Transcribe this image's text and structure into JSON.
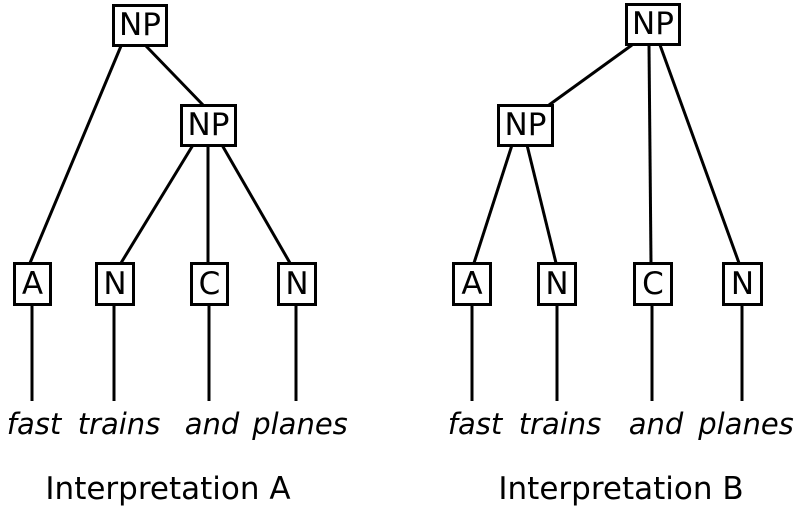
{
  "colors": {
    "line": "#000000",
    "text": "#000000",
    "background": "#ffffff"
  },
  "trees": [
    {
      "caption": "Interpretation A",
      "root_label": "NP",
      "inner_label": "NP",
      "leaf_labels": [
        "A",
        "N",
        "C",
        "N"
      ],
      "words": [
        "fast",
        "trains",
        "and",
        "planes"
      ]
    },
    {
      "caption": "Interpretation B",
      "root_label": "NP",
      "inner_label": "NP",
      "leaf_labels": [
        "A",
        "N",
        "C",
        "N"
      ],
      "words": [
        "fast",
        "trains",
        "and",
        "planes"
      ]
    }
  ]
}
